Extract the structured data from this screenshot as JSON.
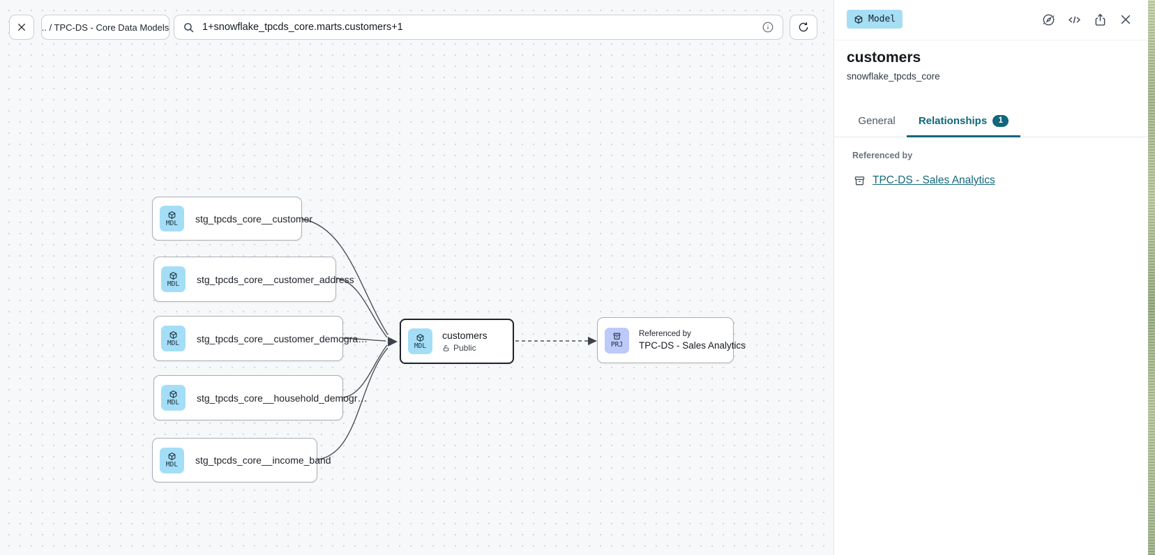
{
  "toolbar": {
    "breadcrumb": ".. / TPC-DS - Core Data Models",
    "search_value": "1+snowflake_tpcds_core.marts.customers+1"
  },
  "panel": {
    "type_badge": "Model",
    "title": "customers",
    "subtitle": "snowflake_tpcds_core",
    "tab_general": "General",
    "tab_relationships": "Relationships",
    "tab_relationships_count": "1",
    "referenced_by_label": "Referenced by",
    "reference_link": "TPC-DS - Sales Analytics"
  },
  "graph": {
    "badge_model": "MDL",
    "badge_project": "PRJ",
    "upstream_nodes": [
      {
        "label": "stg_tpcds_core__customer"
      },
      {
        "label": "stg_tpcds_core__customer_address"
      },
      {
        "label": "stg_tpcds_core__customer_demogra…"
      },
      {
        "label": "stg_tpcds_core__household_demogr…"
      },
      {
        "label": "stg_tpcds_core__income_band"
      }
    ],
    "selected_node": {
      "title": "customers",
      "visibility": "Public"
    },
    "project_node": {
      "kicker": "Referenced by",
      "title": "TPC-DS - Sales Analytics"
    }
  },
  "colors": {
    "accent_teal": "#10667a",
    "model_badge_bg": "#a4def6",
    "project_badge_bg": "#bdc9f8"
  }
}
